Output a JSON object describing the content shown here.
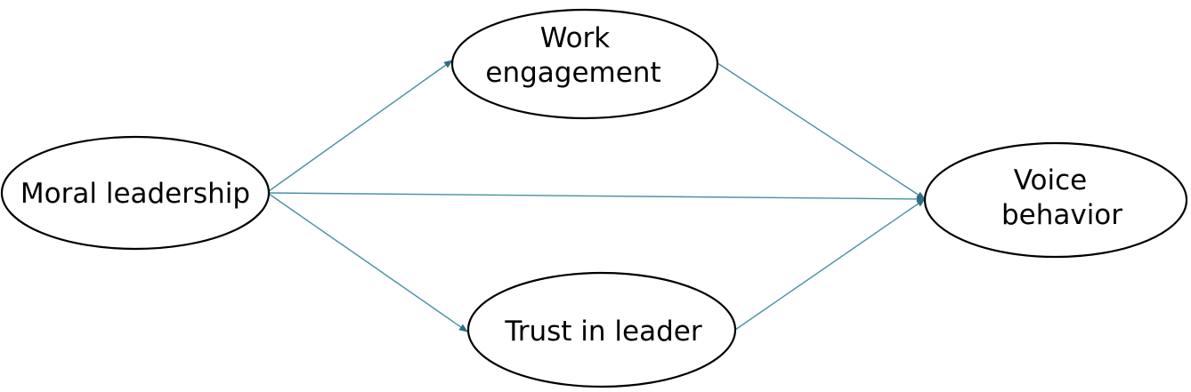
{
  "nodes": {
    "moral_leadership": {
      "label": "Moral leadership"
    },
    "work_engagement": {
      "label_line1": "Work",
      "label_line2": "engagement"
    },
    "trust_in_leader": {
      "label": "Trust in leader"
    },
    "voice_behavior": {
      "label_line1": "Voice",
      "label_line2": "behavior"
    }
  },
  "edges": [
    {
      "from": "moral_leadership",
      "to": "work_engagement"
    },
    {
      "from": "moral_leadership",
      "to": "trust_in_leader"
    },
    {
      "from": "moral_leadership",
      "to": "voice_behavior"
    },
    {
      "from": "work_engagement",
      "to": "voice_behavior"
    },
    {
      "from": "trust_in_leader",
      "to": "voice_behavior"
    }
  ],
  "colors": {
    "edge": "#4a90a4",
    "node_border": "#000000",
    "background": "#ffffff"
  }
}
